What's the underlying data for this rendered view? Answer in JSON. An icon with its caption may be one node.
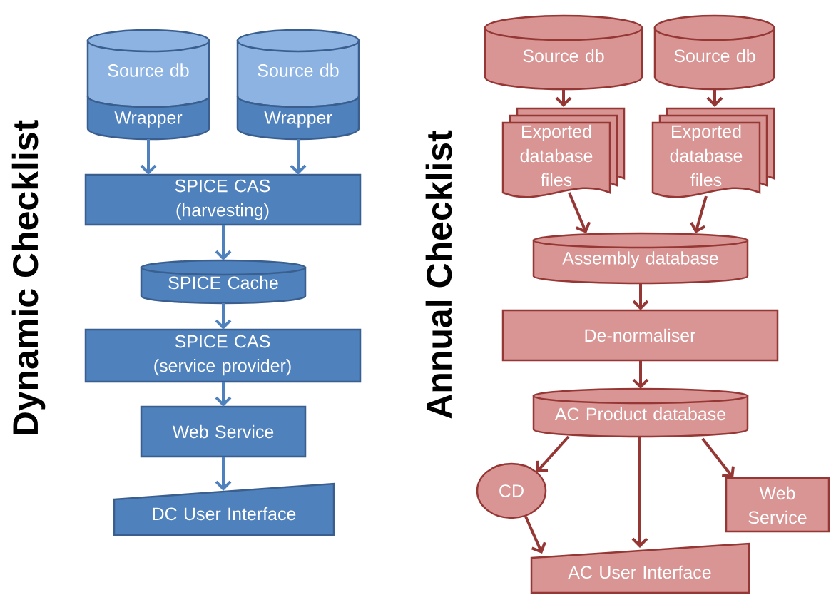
{
  "diagram": {
    "nodes": [
      {
        "text": [
          "Source db",
          "Wrapper"
        ]
      },
      {
        "text": [
          "Source db",
          "Wrapper"
        ]
      },
      {
        "text": [
          "SPICE CAS (harvesting)"
        ]
      },
      {
        "text": [
          "SPICE Cache"
        ]
      },
      {
        "text": [
          "SPICE CAS (service provider)"
        ]
      },
      {
        "text": [
          "Web Service"
        ]
      },
      {
        "text": [
          "DC User Interface"
        ]
      },
      {
        "text": [
          "Source db"
        ]
      },
      {
        "text": [
          "Source db"
        ]
      },
      {
        "text": [
          "Exported database files"
        ]
      },
      {
        "text": [
          "Exported database files"
        ]
      },
      {
        "text": [
          "Assembly database"
        ]
      },
      {
        "text": [
          "De-normaliser"
        ]
      },
      {
        "text": [
          "AC Product database"
        ]
      },
      {
        "text": [
          "CD"
        ]
      },
      {
        "text": [
          "Web Service"
        ]
      },
      {
        "text": [
          "AC User Interface"
        ]
      }
    ],
    "edges": [
      {
        "from": 0,
        "to": 2,
        "arrow": "to",
        "color": "#4f81bd"
      },
      {
        "from": 1,
        "to": 2,
        "arrow": "to",
        "color": "#4f81bd"
      },
      {
        "from": 2,
        "to": 3,
        "arrow": "to",
        "color": "#4f81bd"
      },
      {
        "from": 3,
        "to": 4,
        "arrow": "to",
        "color": "#4f81bd"
      },
      {
        "from": 4,
        "to": 5,
        "arrow": "to",
        "color": "#4f81bd"
      },
      {
        "from": 5,
        "to": 6,
        "arrow": "to",
        "color": "#4f81bd"
      },
      {
        "from": 7,
        "to": 9,
        "arrow": "to"
      },
      {
        "from": 8,
        "to": 10,
        "arrow": "to"
      },
      {
        "from": 9,
        "to": 11,
        "arrow": "to"
      },
      {
        "from": 10,
        "to": 11,
        "arrow": "to"
      },
      {
        "from": 11,
        "to": 12,
        "arrow": "to"
      },
      {
        "from": 12,
        "to": 13,
        "arrow": "to"
      },
      {
        "from": 13,
        "to": 14,
        "arrow": "to"
      },
      {
        "from": 13,
        "to": 16,
        "arrow": "to"
      },
      {
        "from": 13,
        "to": 15,
        "arrow": "to"
      },
      {
        "from": 14,
        "to": 16,
        "arrow": "to"
      }
    ],
    "labels": [
      "Dynamic Checklist",
      "Annual Checklist"
    ]
  }
}
